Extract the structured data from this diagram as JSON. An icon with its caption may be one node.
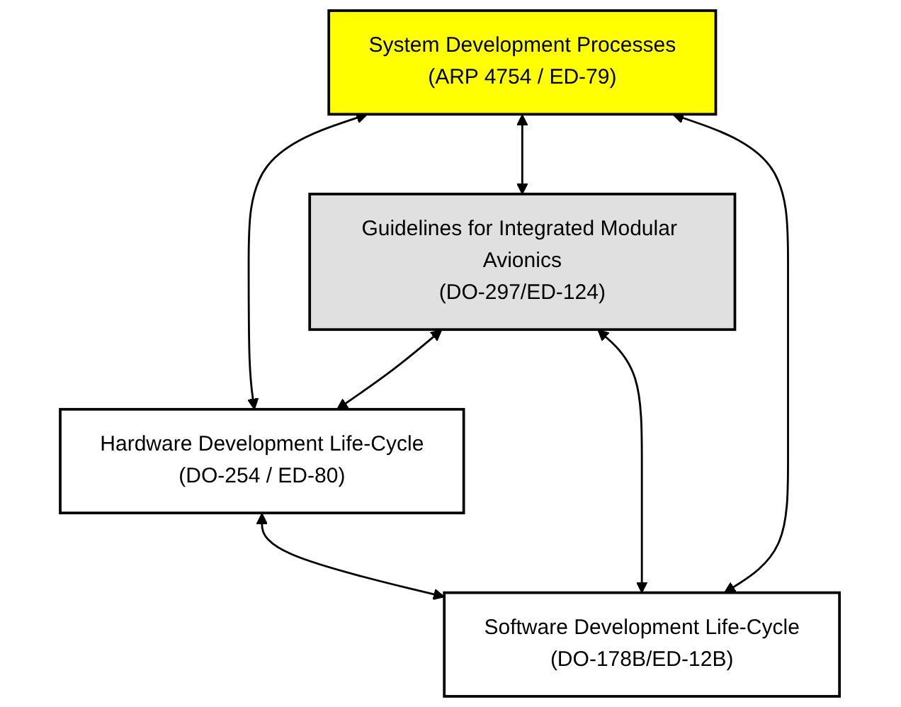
{
  "diagram": {
    "nodes": [
      {
        "text": [
          "System Development Processes",
          "(ARP 4754 / ED-79)"
        ]
      },
      {
        "text": [
          "Guidelines for Integrated Modular Avionics",
          "(DO-297/ED-124)"
        ]
      },
      {
        "text": [
          "Hardware Development Life-Cycle",
          "(DO-254 / ED-80)"
        ]
      },
      {
        "text": [
          "Software Development Life-Cycle",
          "(DO-178B/ED-12B)"
        ]
      }
    ],
    "edges": [
      {
        "from": 0,
        "to": 2,
        "arrow": "both"
      },
      {
        "from": 0,
        "to": 1,
        "arrow": "both"
      },
      {
        "from": 0,
        "to": 3,
        "arrow": "both"
      },
      {
        "from": 1,
        "to": 2,
        "arrow": "both"
      },
      {
        "from": 1,
        "to": 3,
        "arrow": "both"
      },
      {
        "from": 2,
        "to": 3,
        "arrow": "both"
      }
    ]
  }
}
